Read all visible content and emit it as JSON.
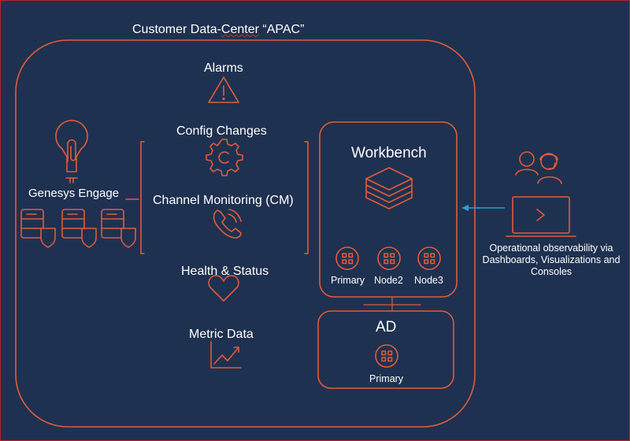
{
  "datacenter": {
    "title_prefix": "Customer Data-",
    "title_squiggle": "Center",
    "title_suffix": " “APAC”"
  },
  "streams": {
    "alarms": "Alarms",
    "config_changes": "Config Changes",
    "channel_monitoring": "Channel Monitoring (CM)",
    "health_status": "Health & Status",
    "metric_data": "Metric Data"
  },
  "genesys": {
    "label": "Genesys Engage"
  },
  "workbench": {
    "title": "Workbench",
    "nodes": [
      "Primary",
      "Node2",
      "Node3"
    ]
  },
  "ad": {
    "title": "AD",
    "node": "Primary"
  },
  "observability": {
    "text": "Operational observability via Dashboards, Visualizations and Consoles"
  },
  "colors": {
    "background": "#1f3150",
    "accent": "#e35b3a",
    "arrow": "#2a9fd6",
    "frame": "#b2242b"
  }
}
